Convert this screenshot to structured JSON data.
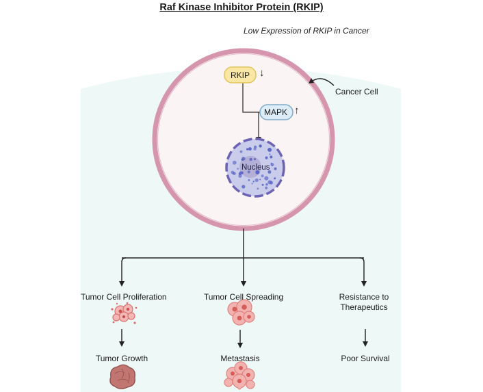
{
  "title": "Raf Kinase Inhibitor Protein (RKIP)",
  "subtitle": "Low Expression of RKIP in Cancer",
  "cell_label": "Cancer Cell",
  "rkip": {
    "label": "RKIP",
    "trend": "down",
    "trend_glyph": "↓"
  },
  "mapk": {
    "label": "MAPK",
    "trend": "up",
    "trend_glyph": "↑"
  },
  "nucleus_label": "Nucleus",
  "outcomes": [
    {
      "effect": "Tumor Cell Proliferation",
      "result": "Tumor Growth"
    },
    {
      "effect": "Tumor Cell Spreading",
      "result": "Metastasis"
    },
    {
      "effect_line1": "Resistance to",
      "effect_line2": "Therapeutics",
      "result": "Poor Survival"
    }
  ],
  "colors": {
    "background_panel": "#eef8f7",
    "cell_membrane": "#d596ad",
    "cytoplasm": "#fbf4f5",
    "rkip_fill": "#fbe7a5",
    "rkip_stroke": "#e0c55a",
    "mapk_fill": "#dcedf7",
    "mapk_stroke": "#7fa9c7",
    "nucleus_fill": "#c9cdeb",
    "nucleus_stroke": "#6c63b5",
    "chromatin": "#5b66c5",
    "tumor": "#e88f8c",
    "tumor_growth": "#c17672"
  }
}
